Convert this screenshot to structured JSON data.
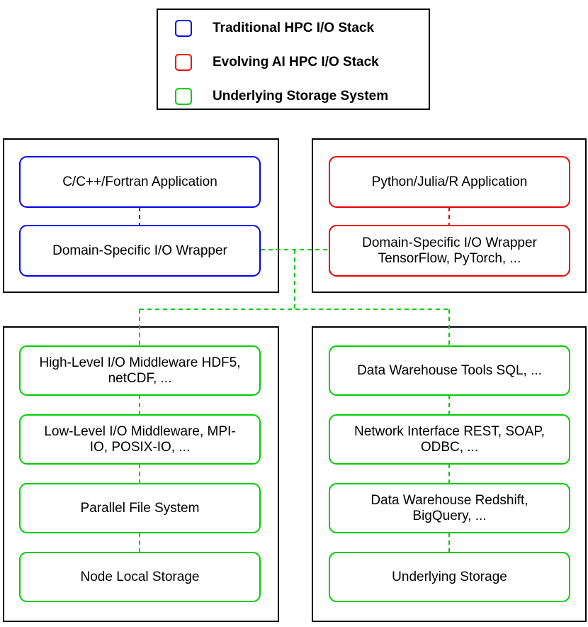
{
  "legend": {
    "items": [
      {
        "label": "Traditional HPC I/O Stack",
        "color": "#0000ee"
      },
      {
        "label": "Evolving AI HPC I/O Stack",
        "color": "#ee0000"
      },
      {
        "label": "Underlying Storage System",
        "color": "#00cc00"
      }
    ]
  },
  "hpc_stack": {
    "application": "C/C++/Fortran Application",
    "wrapper": "Domain-Specific I/O Wrapper"
  },
  "ai_stack": {
    "application": "Python/Julia/R Application",
    "wrapper": "Domain-Specific I/O Wrapper\nTensorFlow, PyTorch, ..."
  },
  "hpc_storage": {
    "high_level": "High-Level I/O Middleware HDF5,\nnetCDF, ...",
    "low_level": "Low-Level I/O Middleware, MPI-\nIO, POSIX-IO, ...",
    "parallel_fs": "Parallel File System",
    "node_local": "Node Local Storage"
  },
  "warehouse_storage": {
    "tools": "Data Warehouse Tools SQL, ...",
    "network": "Network Interface REST, SOAP,\nODBC,  ...",
    "warehouse": "Data Warehouse Redshift,\nBigQuery, ...",
    "underlying": "Underlying Storage"
  },
  "colors": {
    "traditional": "#0000ee",
    "evolving": "#ee0000",
    "storage": "#00cc00"
  }
}
